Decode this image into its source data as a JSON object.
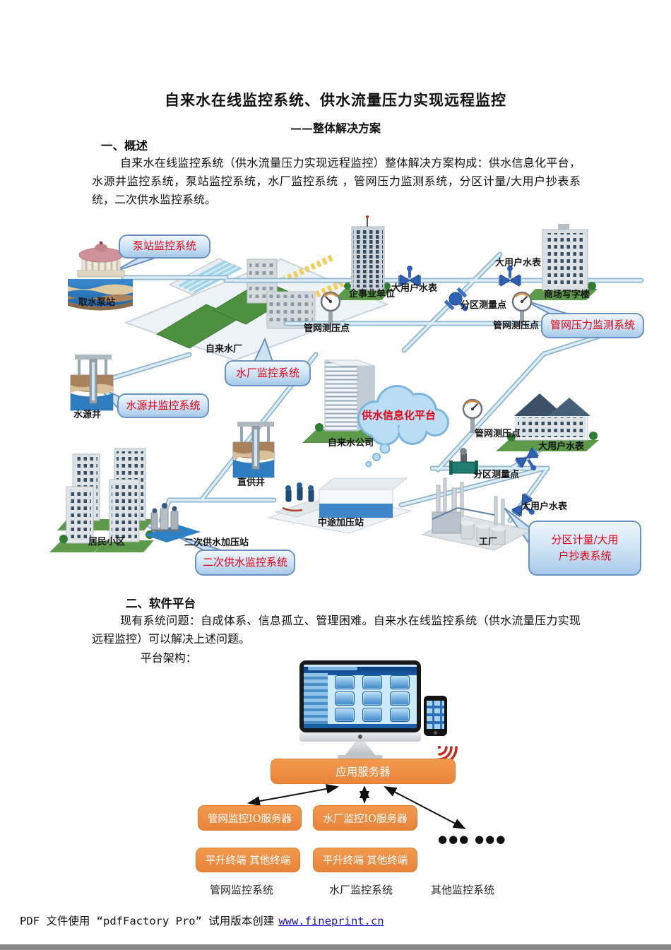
{
  "doc": {
    "title": "自来水在线监控系统、供水流量压力实现远程监控",
    "subtitle": "——整体解决方案",
    "s1_heading": "一、概述",
    "s1_body": "自来水在线监控系统（供水流量压力实现远程监控）整体解决方案构成：供水信息化平台，水源井监控系统，泵站监控系统，水厂监控系统 ，管网压力监测系统，分区计量/大用户抄表系统，二次供水监控系统。",
    "s2_heading": "二、软件平台",
    "s2_body": "现有系统问题：自成体系、信息孤立、管理困难。自来水在线监控系统（供水流量压力实现远程监控）可以解决上述问题。",
    "s2_platform": "平台架构：",
    "footer_text": "PDF 文件使用 “pdfFactory Pro” 试用版本创建",
    "footer_link": "www.fineprint.cn"
  },
  "diagram": {
    "cloud": "供水信息化平台",
    "callouts": {
      "pump": "泵站监控系统",
      "plant": "水厂监控系统",
      "well": "水源井监控系统",
      "pipe_pressure": "管网压力监测系统",
      "secondary": "二次供水监控系统",
      "metering_line1": "分区计量/大用",
      "metering_line2": "户抄表系统"
    },
    "labels": {
      "intake_pump": "取水泵站",
      "water_plant": "自来水厂",
      "enterprise": "企事业单位",
      "meter_a": "大用户水表",
      "zone_a": "分区测量点",
      "meter_b": "大用户水表",
      "mall": "商场写字楼",
      "pressure_a": "管网测压点",
      "pressure_b": "管网测压点",
      "source_well": "水源井",
      "water_company": "自来水公司",
      "pressure_c": "管网测压点",
      "meter_c": "大用户水表",
      "direct_well": "直供井",
      "zone_b": "分区测量点",
      "meter_d": "大用户水表",
      "residential": "居民小区",
      "secondary_station": "二次供水加压站",
      "midway_station": "中途加压站",
      "factory": "工厂"
    },
    "colors": {
      "callout_text": "#e60012",
      "pipe": "#8fb4cc",
      "cloud_fill": "#b8ddf4"
    }
  },
  "arch": {
    "app_server": "应用服务器",
    "pipe_io": "管网监控IO服务器",
    "plant_io": "水厂监控IO服务器",
    "pipe_term": "平升终端 其他终端",
    "plant_term": "平升终端 其他终端",
    "dots": "●●● ●●●",
    "sys_pipe": "管网监控系统",
    "sys_plant": "水厂监控系统",
    "sys_other": "其他监控系统",
    "box_color": "#ec8c3d"
  }
}
